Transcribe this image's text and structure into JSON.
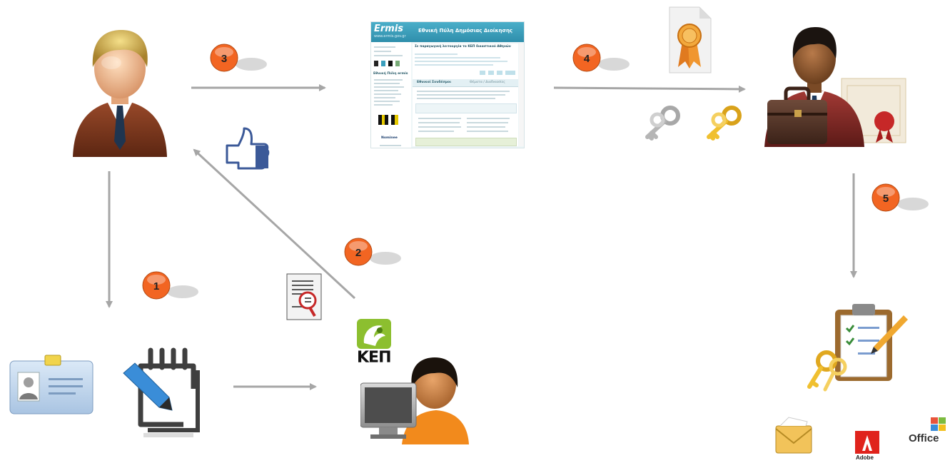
{
  "steps": [
    {
      "id": "1",
      "label": "1"
    },
    {
      "id": "2",
      "label": "2"
    },
    {
      "id": "3",
      "label": "3"
    },
    {
      "id": "4",
      "label": "4"
    },
    {
      "id": "5",
      "label": "5"
    }
  ],
  "portal": {
    "logo": "Ermis",
    "url": "www.ermis.gov.gr",
    "title": "Εθνική Πύλη Δημόσιας Διοίκησης",
    "headline": "Σε παραγωγική λειτουργία το ΚΕΠ δικαστικού Αθηνών",
    "tab_active": "Εθνικοί Συνδέσμοι",
    "tab_other": "Θέματα / Διαδικασίες",
    "side_heading": "Εθνική Πύλη ermis",
    "award": "Nominee"
  },
  "kep": {
    "label": "ΚΕΠ"
  },
  "software": {
    "adobe": "Adobe",
    "office": "Office"
  },
  "colors": {
    "arrow": "#a6a6a6",
    "badge": "#f26522",
    "portal_header": "#3a9fbd"
  },
  "icons": [
    "user-icon",
    "id-card-icon",
    "pen-form-icon",
    "kep-logo-icon",
    "kep-operator-icon",
    "document-search-icon",
    "thumbs-up-icon",
    "ermis-portal-screenshot",
    "certificate-icon",
    "key-silver-icon",
    "key-gold-icon",
    "businessman-icon",
    "clipboard-keys-icon",
    "mail-envelope-icon",
    "adobe-logo-icon",
    "office-logo-icon"
  ]
}
